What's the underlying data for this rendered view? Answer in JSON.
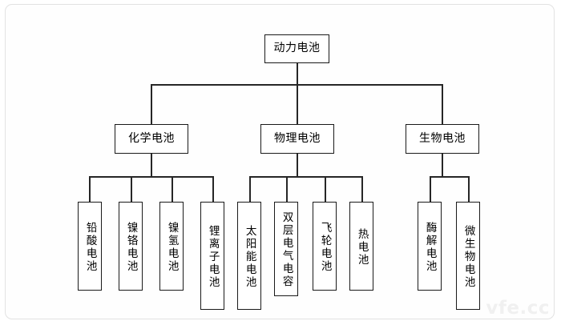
{
  "diagram": {
    "title_text": "动力电池",
    "watermark": "vfe.cc",
    "line_color": "#262626",
    "box_border_color": "#1a1a1a",
    "frame_color": "#e2e2e2",
    "background": "#ffffff"
  },
  "root": {
    "label": "动力电池"
  },
  "branches": [
    {
      "label": "化学电池",
      "children": [
        {
          "label": "铅酸电池"
        },
        {
          "label": "镍铬电池"
        },
        {
          "label": "镍氢电池"
        },
        {
          "label": "锂离子电池"
        }
      ]
    },
    {
      "label": "物理电池",
      "children": [
        {
          "label": "太阳能电池"
        },
        {
          "label": "双层电气电容"
        },
        {
          "label": "飞轮电池"
        },
        {
          "label": "热电池"
        }
      ]
    },
    {
      "label": "生物电池",
      "children": [
        {
          "label": "酶解电池"
        },
        {
          "label": "微生物电池"
        }
      ]
    }
  ]
}
